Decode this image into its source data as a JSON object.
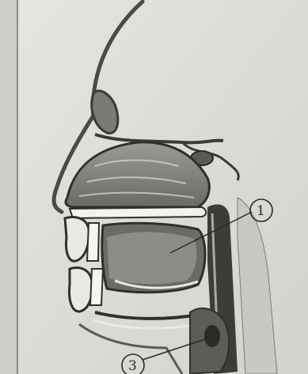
{
  "figure": {
    "labels": [
      {
        "id": "1",
        "text": "1"
      },
      {
        "id": "3",
        "text": "3"
      }
    ],
    "colors": {
      "paper": "#dcdcd8",
      "ink": "#2a2a2a",
      "shade": "#6e6e6a",
      "dark": "#3a3a36",
      "light": "#f2f2ee"
    }
  }
}
